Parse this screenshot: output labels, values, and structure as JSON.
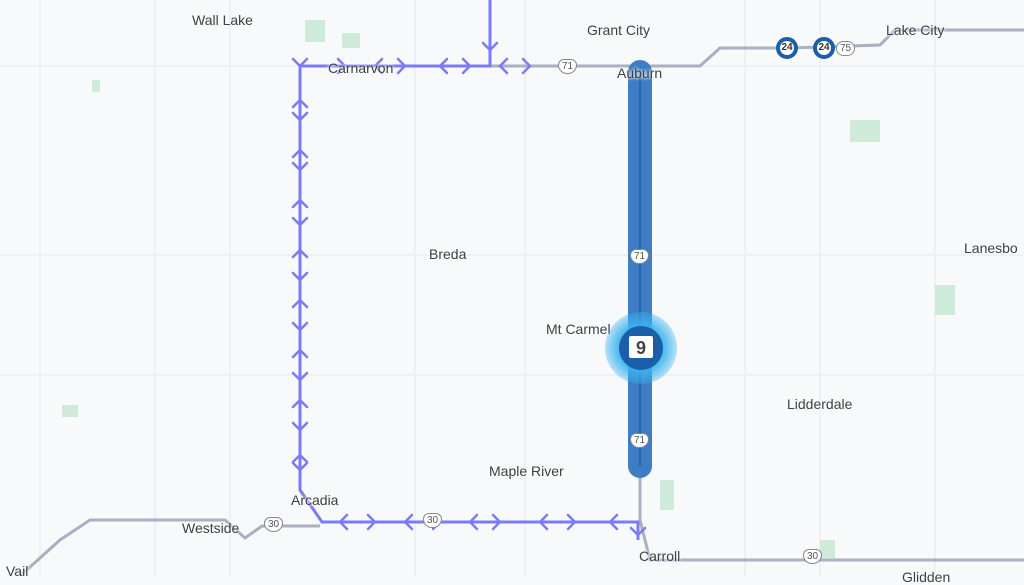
{
  "colors": {
    "route": "#7b7bf5",
    "highlight": "#3d7dc4",
    "road": "#a9b0c4",
    "park": "#cdebd8",
    "marker": "#1a5fa8"
  },
  "places": [
    {
      "name": "Wall Lake"
    },
    {
      "name": "Grant City"
    },
    {
      "name": "Lake City"
    },
    {
      "name": "Carnarvon"
    },
    {
      "name": "Auburn"
    },
    {
      "name": "Breda"
    },
    {
      "name": "Lanesbo"
    },
    {
      "name": "Mt Carmel"
    },
    {
      "name": "Lidderdale"
    },
    {
      "name": "Maple River"
    },
    {
      "name": "Arcadia"
    },
    {
      "name": "Westside"
    },
    {
      "name": "Carroll"
    },
    {
      "name": "Vail"
    },
    {
      "name": "Glidden"
    }
  ],
  "shields": [
    {
      "route": "71",
      "type": "us"
    },
    {
      "route": "71",
      "type": "us"
    },
    {
      "route": "71",
      "type": "us"
    },
    {
      "route": "24",
      "type": "state-blue"
    },
    {
      "route": "24",
      "type": "state-blue"
    },
    {
      "route": "75",
      "type": "oval"
    },
    {
      "route": "30",
      "type": "us"
    },
    {
      "route": "30",
      "type": "us"
    },
    {
      "route": "30",
      "type": "us"
    }
  ],
  "marker": {
    "icon": "calendar-icon",
    "day": "9"
  }
}
